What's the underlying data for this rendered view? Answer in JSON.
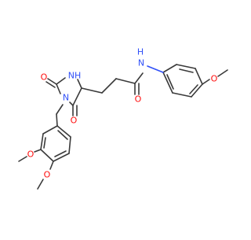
{
  "molecule": {
    "colors": {
      "bond": "#3a3a3a",
      "oxygen": "#ff0d0d",
      "nitrogen": "#3050f8"
    },
    "atoms": {
      "amide_h": "H",
      "amide_n": "N",
      "amide_o": "O",
      "ring_nh": "NH",
      "ring_n": "N",
      "ring_o_top": "O",
      "ring_o_bottom": "O",
      "methoxy_o_right": "O",
      "methoxy_o_left_upper": "O",
      "methoxy_o_left_lower": "O"
    }
  }
}
